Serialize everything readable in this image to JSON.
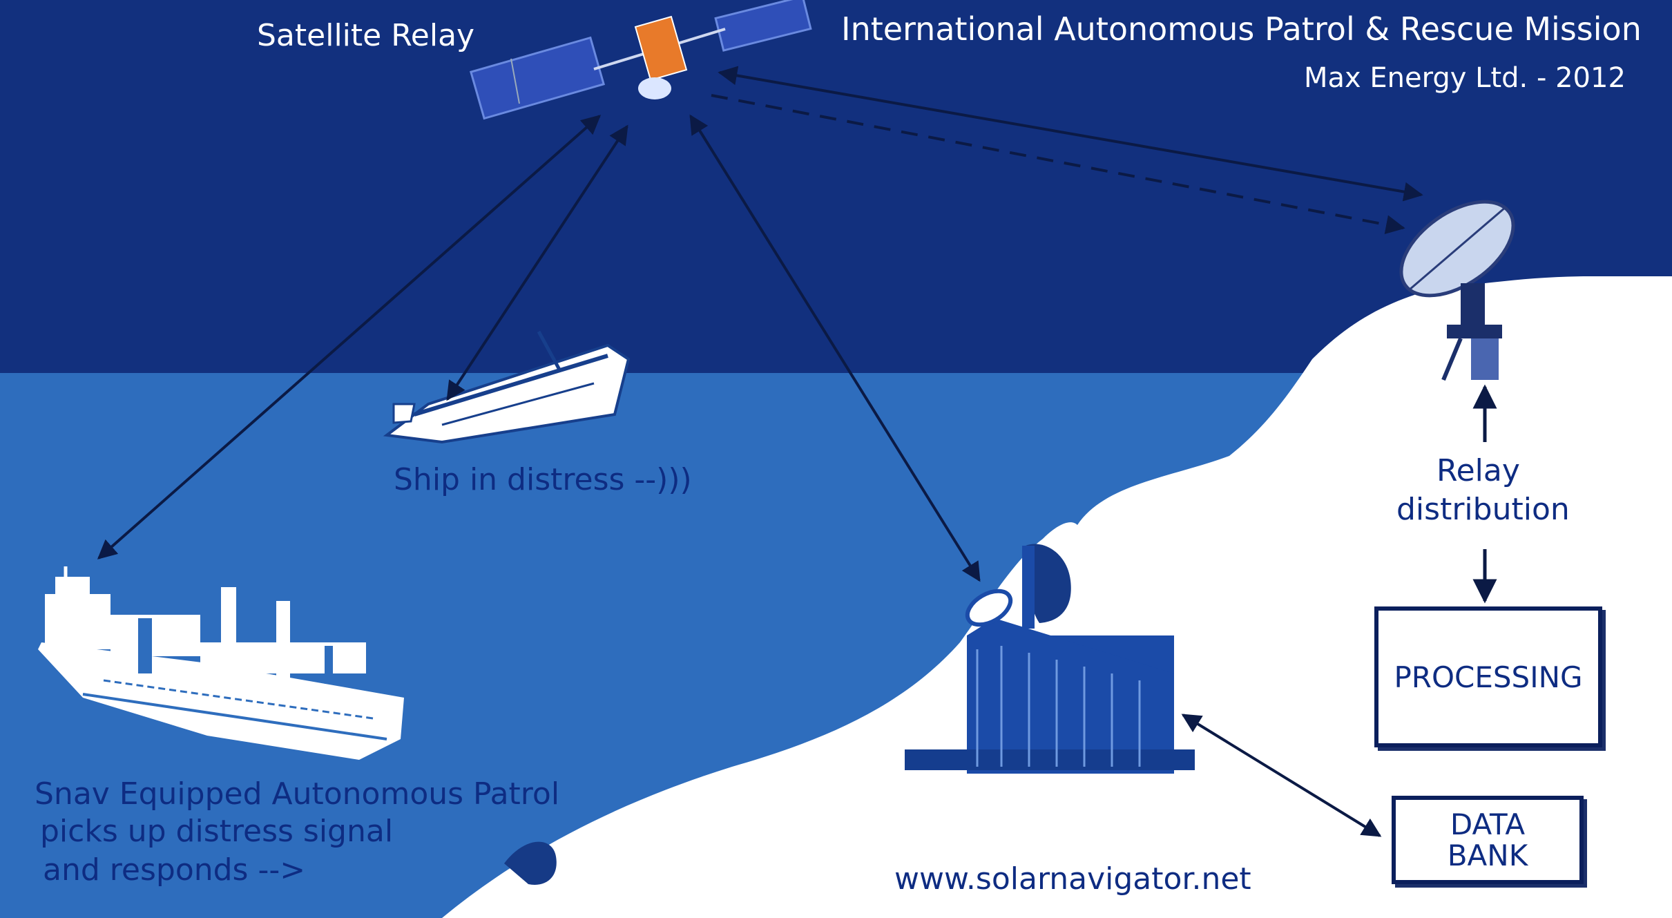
{
  "title": "International Autonomous Patrol & Rescue Mission",
  "subtitle": "Max Energy Ltd. - 2012",
  "labels": {
    "satellite": "Satellite Relay",
    "ship_distress": "Ship in distress --)))",
    "relay_line1": "Relay",
    "relay_line2": "distribution",
    "patrol_line1": "Snav Equipped Autonomous Patrol",
    "patrol_line2": "picks up distress signal",
    "patrol_line3": "and responds -->",
    "website": "www.solarnavigator.net"
  },
  "boxes": {
    "processing": "PROCESSING",
    "data_line1": "DATA",
    "data_line2": "BANK"
  },
  "colors": {
    "sky": "#12307e",
    "sea": "#2e6dbd",
    "land": "#ffffff",
    "text_dark": "#0e2c82",
    "arrow": "#0b1a45"
  }
}
